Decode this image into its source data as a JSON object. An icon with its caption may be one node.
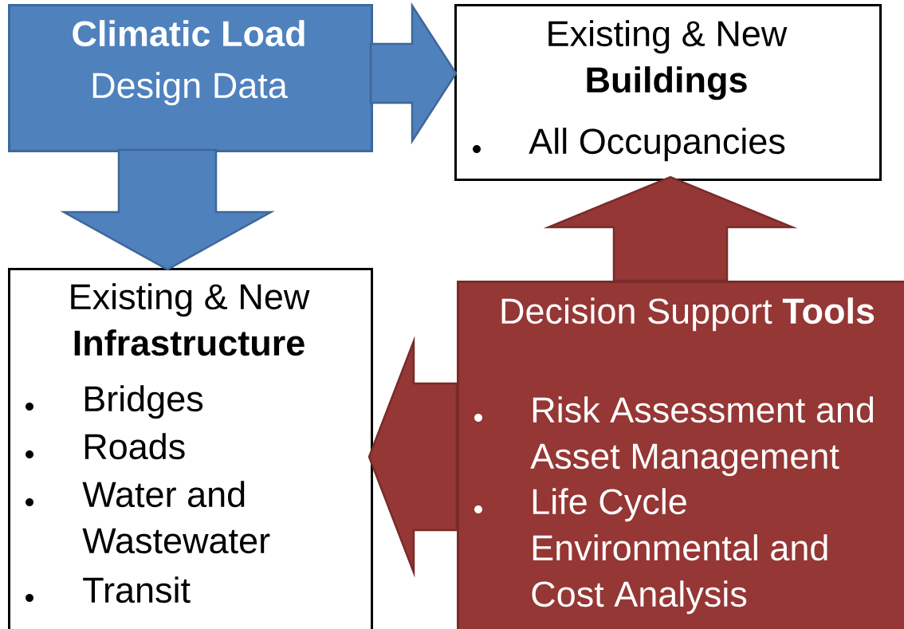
{
  "diagram": {
    "nodes": [
      {
        "text": [
          "Climatic Load",
          "Design Data"
        ]
      },
      {
        "text": [
          "Existing & New **Buildings**",
          "All Occupancies"
        ]
      },
      {
        "text": [
          "Existing & New **Infrastructure**",
          "Bridges",
          "Roads",
          "Water and Wastewater",
          "Transit"
        ]
      },
      {
        "text": [
          "Decision Support **Tools**",
          "Risk Assessment and Asset Management",
          "Life Cycle Environmental and Cost Analysis"
        ]
      }
    ],
    "edges": [
      {
        "from": 0,
        "to": 1,
        "arrow": "to",
        "color": "#4f81bd"
      },
      {
        "from": 0,
        "to": 2,
        "arrow": "to",
        "color": "#4f81bd"
      },
      {
        "from": 3,
        "to": 1,
        "arrow": "to",
        "color": "#953735"
      },
      {
        "from": 3,
        "to": 2,
        "arrow": "to",
        "color": "#953735"
      }
    ]
  }
}
